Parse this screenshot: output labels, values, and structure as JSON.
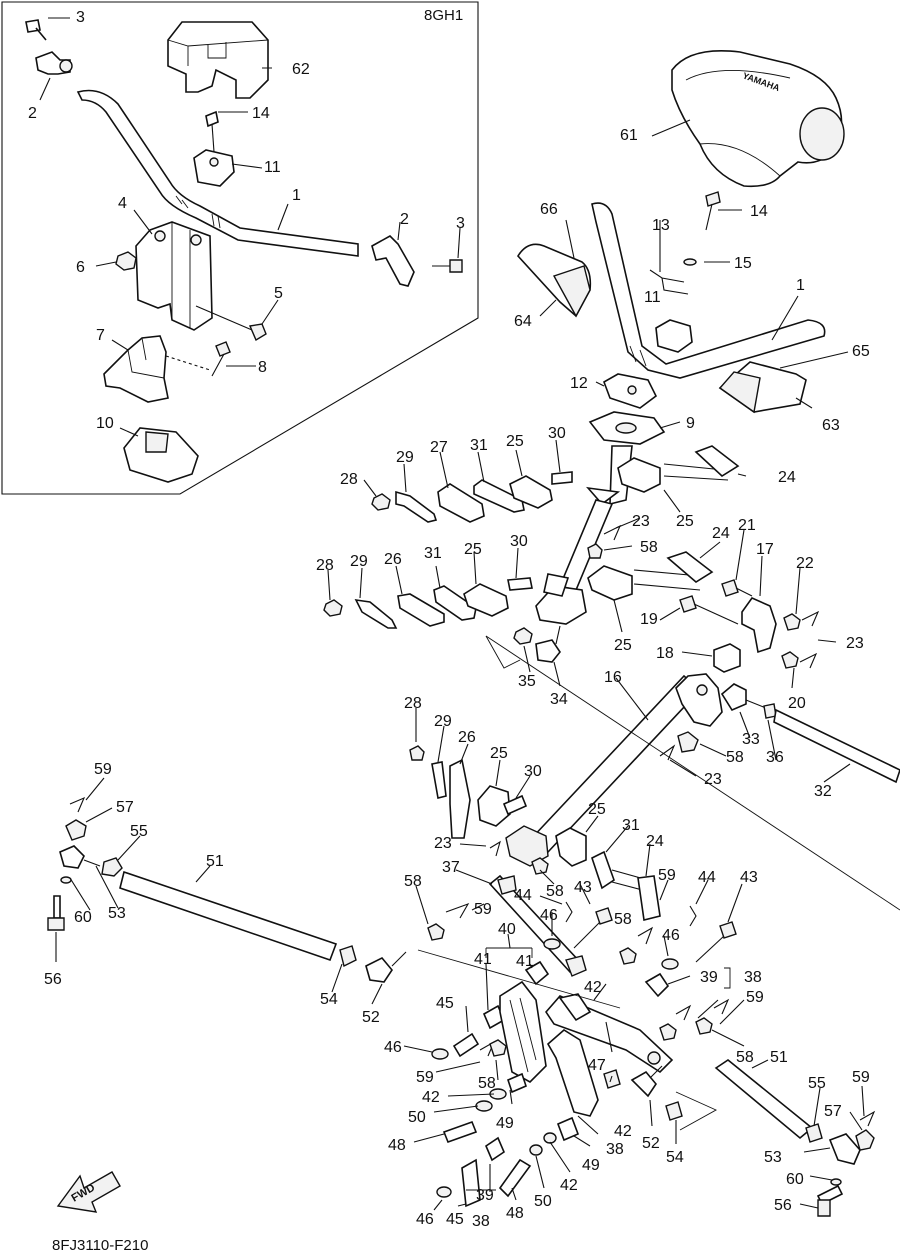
{
  "inset_code": "8GH1",
  "drawing_code": "8FJ3110-F210",
  "fwd_label": "FWD",
  "brand_mark": "YAMAHA",
  "callouts": [
    {
      "id": "c-3a",
      "text": "3"
    },
    {
      "id": "c-2a",
      "text": "2"
    },
    {
      "id": "c-62",
      "text": "62"
    },
    {
      "id": "c-14a",
      "text": "14"
    },
    {
      "id": "c-11a",
      "text": "11"
    },
    {
      "id": "c-1a",
      "text": "1"
    },
    {
      "id": "c-4",
      "text": "4"
    },
    {
      "id": "c-6",
      "text": "6"
    },
    {
      "id": "c-2b",
      "text": "2"
    },
    {
      "id": "c-3b",
      "text": "3"
    },
    {
      "id": "c-5",
      "text": "5"
    },
    {
      "id": "c-7",
      "text": "7"
    },
    {
      "id": "c-8",
      "text": "8"
    },
    {
      "id": "c-10",
      "text": "10"
    },
    {
      "id": "c-61",
      "text": "61"
    },
    {
      "id": "c-14b",
      "text": "14"
    },
    {
      "id": "c-66",
      "text": "66"
    },
    {
      "id": "c-13",
      "text": "13"
    },
    {
      "id": "c-15",
      "text": "15"
    },
    {
      "id": "c-64",
      "text": "64"
    },
    {
      "id": "c-1b",
      "text": "1"
    },
    {
      "id": "c-11b",
      "text": "11"
    },
    {
      "id": "c-65",
      "text": "65"
    },
    {
      "id": "c-12",
      "text": "12"
    },
    {
      "id": "c-63",
      "text": "63"
    },
    {
      "id": "c-9",
      "text": "9"
    },
    {
      "id": "c-30a",
      "text": "30"
    },
    {
      "id": "c-25a",
      "text": "25"
    },
    {
      "id": "c-31a",
      "text": "31"
    },
    {
      "id": "c-27",
      "text": "27"
    },
    {
      "id": "c-29a",
      "text": "29"
    },
    {
      "id": "c-28a",
      "text": "28"
    },
    {
      "id": "c-24a",
      "text": "24"
    },
    {
      "id": "c-25b",
      "text": "25"
    },
    {
      "id": "c-23a",
      "text": "23"
    },
    {
      "id": "c-58a",
      "text": "58"
    },
    {
      "id": "c-24b",
      "text": "24"
    },
    {
      "id": "c-21",
      "text": "21"
    },
    {
      "id": "c-17",
      "text": "17"
    },
    {
      "id": "c-22",
      "text": "22"
    },
    {
      "id": "c-30b",
      "text": "30"
    },
    {
      "id": "c-25c",
      "text": "25"
    },
    {
      "id": "c-31b",
      "text": "31"
    },
    {
      "id": "c-26a",
      "text": "26"
    },
    {
      "id": "c-29b",
      "text": "29"
    },
    {
      "id": "c-28b",
      "text": "28"
    },
    {
      "id": "c-19",
      "text": "19"
    },
    {
      "id": "c-23b",
      "text": "23"
    },
    {
      "id": "c-25d",
      "text": "25"
    },
    {
      "id": "c-18",
      "text": "18"
    },
    {
      "id": "c-20",
      "text": "20"
    },
    {
      "id": "c-35",
      "text": "35"
    },
    {
      "id": "c-34",
      "text": "34"
    },
    {
      "id": "c-16",
      "text": "16"
    },
    {
      "id": "c-28c",
      "text": "28"
    },
    {
      "id": "c-29c",
      "text": "29"
    },
    {
      "id": "c-26b",
      "text": "26"
    },
    {
      "id": "c-25e",
      "text": "25"
    },
    {
      "id": "c-30c",
      "text": "30"
    },
    {
      "id": "c-33",
      "text": "33"
    },
    {
      "id": "c-58b",
      "text": "58"
    },
    {
      "id": "c-36",
      "text": "36"
    },
    {
      "id": "c-23c",
      "text": "23"
    },
    {
      "id": "c-32",
      "text": "32"
    },
    {
      "id": "c-59a",
      "text": "59"
    },
    {
      "id": "c-57a",
      "text": "57"
    },
    {
      "id": "c-55a",
      "text": "55"
    },
    {
      "id": "c-51a",
      "text": "51"
    },
    {
      "id": "c-25f",
      "text": "25"
    },
    {
      "id": "c-31c",
      "text": "31"
    },
    {
      "id": "c-24c",
      "text": "24"
    },
    {
      "id": "c-23d",
      "text": "23"
    },
    {
      "id": "c-37",
      "text": "37"
    },
    {
      "id": "c-58c",
      "text": "58"
    },
    {
      "id": "c-44a",
      "text": "44"
    },
    {
      "id": "c-43a",
      "text": "43"
    },
    {
      "id": "c-59b",
      "text": "59"
    },
    {
      "id": "c-44b",
      "text": "44"
    },
    {
      "id": "c-43b",
      "text": "43"
    },
    {
      "id": "c-60a",
      "text": "60"
    },
    {
      "id": "c-53a",
      "text": "53"
    },
    {
      "id": "c-58d",
      "text": "58"
    },
    {
      "id": "c-59c",
      "text": "59"
    },
    {
      "id": "c-46a",
      "text": "46"
    },
    {
      "id": "c-58e",
      "text": "58"
    },
    {
      "id": "c-46b",
      "text": "46"
    },
    {
      "id": "c-40",
      "text": "40"
    },
    {
      "id": "c-56a",
      "text": "56"
    },
    {
      "id": "c-41a",
      "text": "41"
    },
    {
      "id": "c-41b",
      "text": "41"
    },
    {
      "id": "c-39a",
      "text": "39"
    },
    {
      "id": "c-38a",
      "text": "38"
    },
    {
      "id": "c-54a",
      "text": "54"
    },
    {
      "id": "c-52a",
      "text": "52"
    },
    {
      "id": "c-42a",
      "text": "42"
    },
    {
      "id": "c-59d",
      "text": "59"
    },
    {
      "id": "c-45a",
      "text": "45"
    },
    {
      "id": "c-47",
      "text": "47"
    },
    {
      "id": "c-58f",
      "text": "58"
    },
    {
      "id": "c-46c",
      "text": "46"
    },
    {
      "id": "c-51b",
      "text": "51"
    },
    {
      "id": "c-59e",
      "text": "59"
    },
    {
      "id": "c-58g",
      "text": "58"
    },
    {
      "id": "c-55b",
      "text": "55"
    },
    {
      "id": "c-59f",
      "text": "59"
    },
    {
      "id": "c-42b",
      "text": "42"
    },
    {
      "id": "c-57b",
      "text": "57"
    },
    {
      "id": "c-50a",
      "text": "50"
    },
    {
      "id": "c-49a",
      "text": "49"
    },
    {
      "id": "c-42c",
      "text": "42"
    },
    {
      "id": "c-52b",
      "text": "52"
    },
    {
      "id": "c-54b",
      "text": "54"
    },
    {
      "id": "c-53b",
      "text": "53"
    },
    {
      "id": "c-48a",
      "text": "48"
    },
    {
      "id": "c-38b",
      "text": "38"
    },
    {
      "id": "c-49b",
      "text": "49"
    },
    {
      "id": "c-60b",
      "text": "60"
    },
    {
      "id": "c-42d",
      "text": "42"
    },
    {
      "id": "c-39b",
      "text": "39"
    },
    {
      "id": "c-50b",
      "text": "50"
    },
    {
      "id": "c-56b",
      "text": "56"
    },
    {
      "id": "c-48b",
      "text": "48"
    },
    {
      "id": "c-38c",
      "text": "38"
    },
    {
      "id": "c-46d",
      "text": "46"
    },
    {
      "id": "c-45b",
      "text": "45"
    }
  ]
}
